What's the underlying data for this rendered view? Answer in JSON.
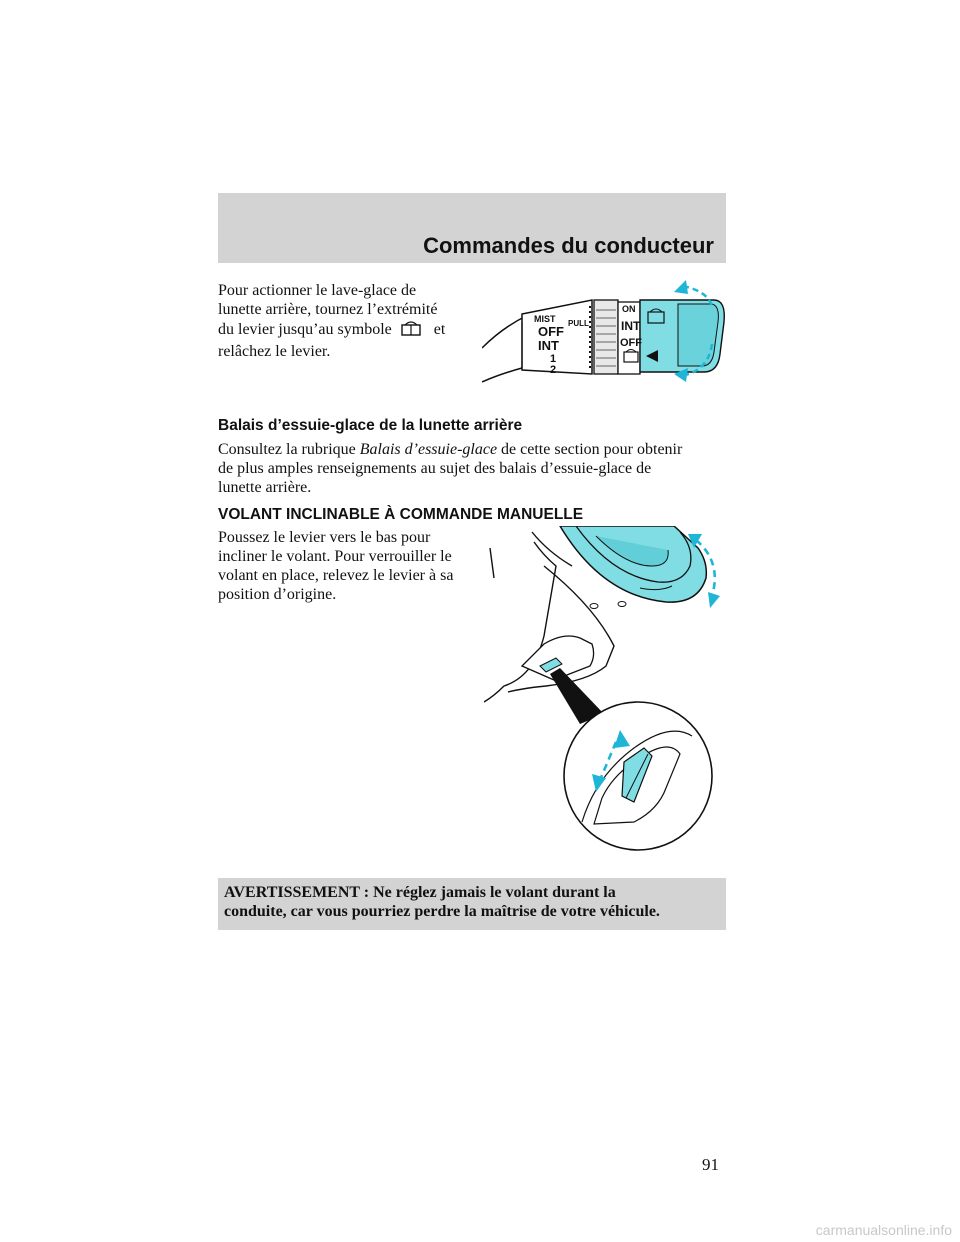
{
  "header": {
    "section_title": "Commandes du conducteur"
  },
  "rear_washer": {
    "line1": "Pour actionner le lave-glace de",
    "line2": "lunette arrière, tournez l’extrémité",
    "line3_before_symbol": "du levier jusqu’au symbole",
    "line3_after_symbol": "et",
    "line4": "relâchez le levier.",
    "symbol_icon": "rear-washer-icon"
  },
  "lever_figure": {
    "labels": {
      "mist": "MIST",
      "off": "OFF",
      "int": "INT",
      "speed1": "1",
      "speed2": "2",
      "pull": "PULL",
      "rear_on": "ON",
      "rear_int": "INT",
      "rear_off": "OFF"
    }
  },
  "rear_wiper_blades": {
    "heading": "Balais d’essuie-glace de la lunette arrière",
    "line1_before": "Consultez la rubrique",
    "line1_italic": "Balais d’essuie-glace",
    "line1_after": "de cette section pour obtenir",
    "line2": "de plus amples renseignements au sujet des balais d’essuie-glace de",
    "line3": "lunette arrière."
  },
  "tilt_wheel": {
    "heading": "VOLANT INCLINABLE À COMMANDE MANUELLE",
    "line1": "Poussez le levier vers le bas pour",
    "line2": "incliner le volant. Pour verrouiller le",
    "line3": "volant en place, relevez le levier à sa",
    "line4": "position d’origine."
  },
  "warning": {
    "line1": "AVERTISSEMENT : Ne réglez jamais le volant durant la",
    "line2": "conduite, car vous pourriez perdre la maîtrise de votre véhicule."
  },
  "footer": {
    "page_number": "91",
    "source_url": "carmanualsonline.info"
  },
  "colors": {
    "highlight_cyan": "#7fdde3",
    "arrow_cyan": "#1fb5d6",
    "band_gray": "#d3d3d3"
  }
}
